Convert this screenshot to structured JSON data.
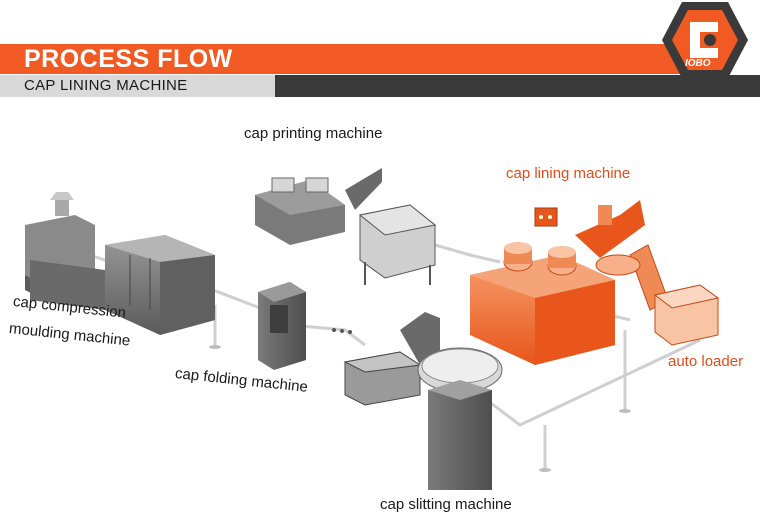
{
  "header": {
    "title": "PROCESS FLOW",
    "subtitle": "CAP LINING MACHINE",
    "logo_text": "IOBO"
  },
  "labels": {
    "cap_printing": "cap printing machine",
    "cap_lining": "cap lining machine",
    "cap_compression_1": "cap compression",
    "cap_compression_2": "moulding machine",
    "cap_folding": "cap folding machine",
    "auto_loader": "auto loader",
    "cap_slitting": "cap slitting machine"
  },
  "colors": {
    "accent": "#f15a22",
    "highlight_machine": "#f26522",
    "machine_gray": "#6e6e6e",
    "label_highlight": "#e64a19"
  }
}
